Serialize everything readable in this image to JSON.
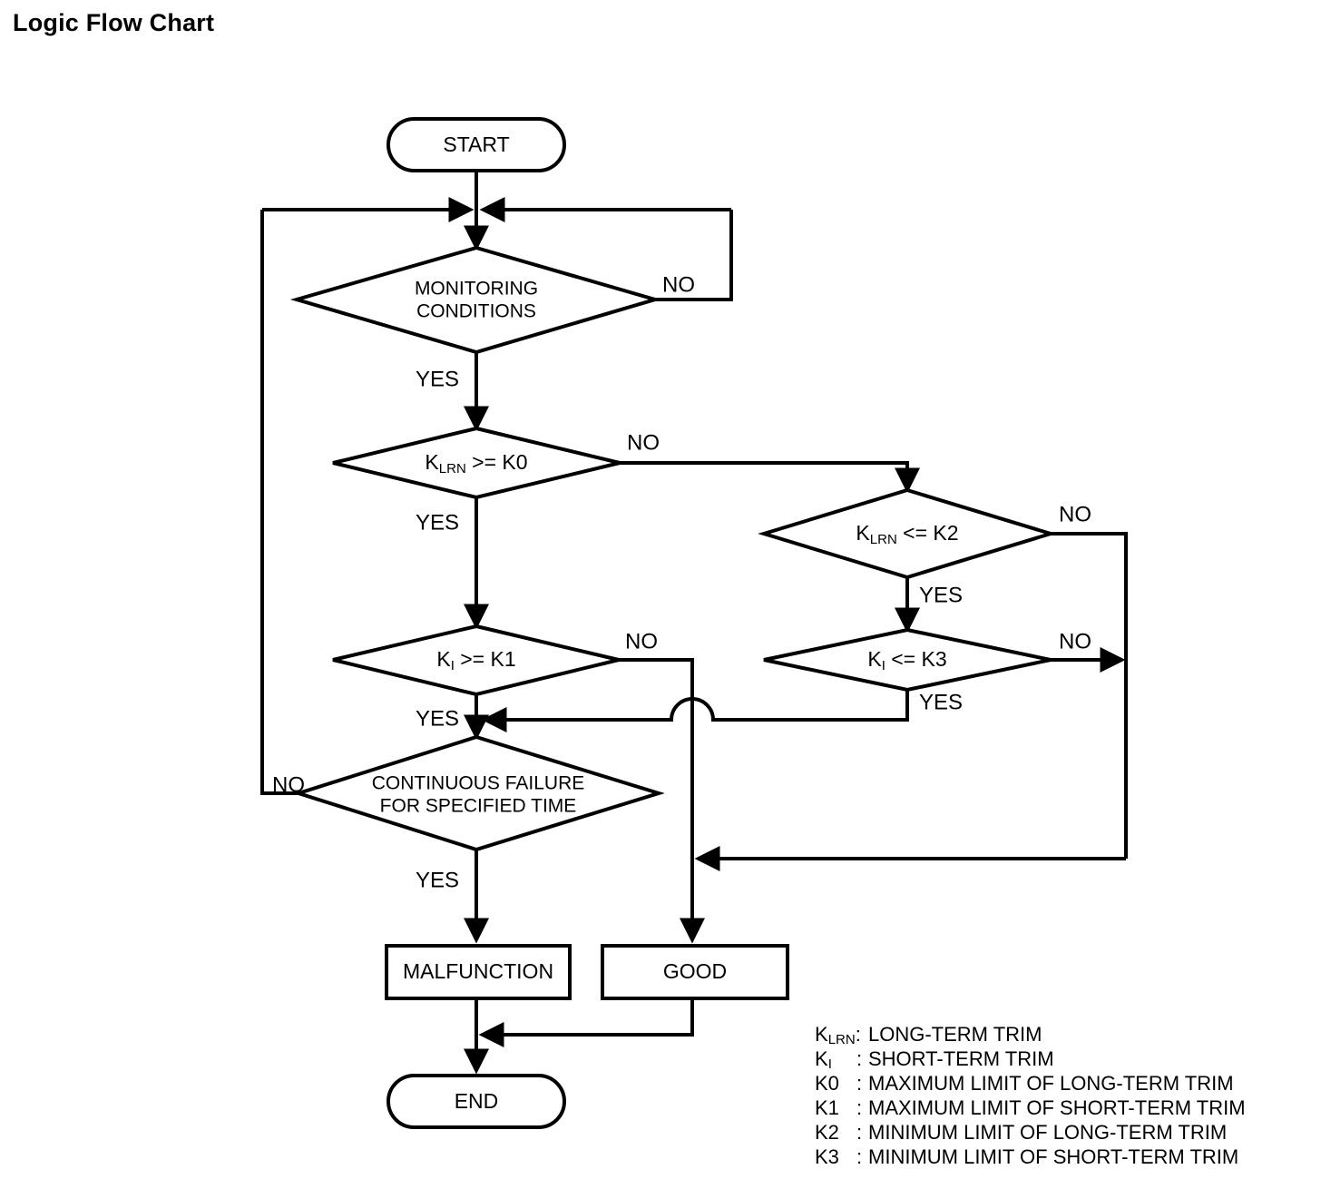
{
  "title": "Logic Flow Chart",
  "chart_data": {
    "type": "diagram",
    "title": "Logic Flow Chart",
    "diagram_kind": "flowchart",
    "nodes": [
      {
        "id": "start",
        "shape": "terminator",
        "label": "START"
      },
      {
        "id": "monitoring",
        "shape": "decision",
        "label_line1": "MONITORING",
        "label_line2": "CONDITIONS"
      },
      {
        "id": "klrn_ge_k0",
        "shape": "decision",
        "label": "K",
        "subscript": "LRN",
        "label_tail": " >= K0"
      },
      {
        "id": "klrn_le_k2",
        "shape": "decision",
        "label": "K",
        "subscript": "LRN",
        "label_tail": " <= K2"
      },
      {
        "id": "ki_ge_k1",
        "shape": "decision",
        "label": "K",
        "subscript": "I",
        "label_tail": " >= K1"
      },
      {
        "id": "ki_le_k3",
        "shape": "decision",
        "label": "K",
        "subscript": "I",
        "label_tail": " <= K3"
      },
      {
        "id": "continuous_failure",
        "shape": "decision",
        "label_line1": "CONTINUOUS FAILURE",
        "label_line2": "FOR SPECIFIED TIME"
      },
      {
        "id": "malfunction",
        "shape": "process",
        "label": "MALFUNCTION"
      },
      {
        "id": "good",
        "shape": "process",
        "label": "GOOD"
      },
      {
        "id": "end",
        "shape": "terminator",
        "label": "END"
      }
    ],
    "edges": [
      {
        "from": "start",
        "to": "monitoring",
        "label": ""
      },
      {
        "from": "monitoring",
        "to": "monitoring",
        "label": "NO"
      },
      {
        "from": "monitoring",
        "to": "klrn_ge_k0",
        "label": "YES"
      },
      {
        "from": "klrn_ge_k0",
        "to": "klrn_le_k2",
        "label": "NO"
      },
      {
        "from": "klrn_ge_k0",
        "to": "ki_ge_k1",
        "label": "YES"
      },
      {
        "from": "klrn_le_k2",
        "to": "good",
        "label": "NO"
      },
      {
        "from": "klrn_le_k2",
        "to": "ki_le_k3",
        "label": "YES"
      },
      {
        "from": "ki_ge_k1",
        "to": "good",
        "label": "NO"
      },
      {
        "from": "ki_ge_k1",
        "to": "continuous_failure",
        "label": "YES"
      },
      {
        "from": "ki_le_k3",
        "to": "good",
        "label": "NO"
      },
      {
        "from": "ki_le_k3",
        "to": "continuous_failure",
        "label": "YES"
      },
      {
        "from": "continuous_failure",
        "to": "monitoring",
        "label": "NO"
      },
      {
        "from": "continuous_failure",
        "to": "malfunction",
        "label": "YES"
      },
      {
        "from": "malfunction",
        "to": "end",
        "label": ""
      },
      {
        "from": "good",
        "to": "end",
        "label": ""
      }
    ]
  },
  "nodes": {
    "start": {
      "label": "START"
    },
    "monitoring": {
      "line1": "MONITORING",
      "line2": "CONDITIONS"
    },
    "klrn_ge_k0": {
      "base": "K",
      "sub": "LRN",
      "tail": " >= K0"
    },
    "klrn_le_k2": {
      "base": "K",
      "sub": "LRN",
      "tail": " <= K2"
    },
    "ki_ge_k1": {
      "base": "K",
      "sub": "I",
      "tail": " >= K1"
    },
    "ki_le_k3": {
      "base": "K",
      "sub": "I",
      "tail": " <= K3"
    },
    "continuous_failure": {
      "line1": "CONTINUOUS FAILURE",
      "line2": "FOR SPECIFIED TIME"
    },
    "malfunction": {
      "label": "MALFUNCTION"
    },
    "good": {
      "label": "GOOD"
    },
    "end": {
      "label": "END"
    }
  },
  "edge_labels": {
    "monitoring_no": "NO",
    "monitoring_yes": "YES",
    "klrn_ge_k0_no": "NO",
    "klrn_ge_k0_yes": "YES",
    "klrn_le_k2_no": "NO",
    "klrn_le_k2_yes": "YES",
    "ki_ge_k1_no": "NO",
    "ki_ge_k1_yes": "YES",
    "ki_le_k3_no": "NO",
    "ki_le_k3_yes": "YES",
    "continuous_failure_no": "NO",
    "continuous_failure_yes": "YES"
  },
  "legend": {
    "rows": [
      {
        "base": "K",
        "sub": "LRN",
        "sep": ":",
        "desc": "LONG-TERM TRIM"
      },
      {
        "base": "K",
        "sub": "I",
        "sep": ":",
        "desc": "SHORT-TERM TRIM"
      },
      {
        "base": "K0",
        "sub": "",
        "sep": ":",
        "desc": "MAXIMUM LIMIT OF LONG-TERM TRIM"
      },
      {
        "base": "K1",
        "sub": "",
        "sep": ":",
        "desc": "MAXIMUM LIMIT OF SHORT-TERM TRIM"
      },
      {
        "base": "K2",
        "sub": "",
        "sep": ":",
        "desc": "MINIMUM LIMIT OF LONG-TERM TRIM"
      },
      {
        "base": "K3",
        "sub": "",
        "sep": ":",
        "desc": "MINIMUM LIMIT OF SHORT-TERM TRIM"
      }
    ]
  },
  "colors": {
    "ink": "#000000",
    "paper": "#ffffff"
  }
}
